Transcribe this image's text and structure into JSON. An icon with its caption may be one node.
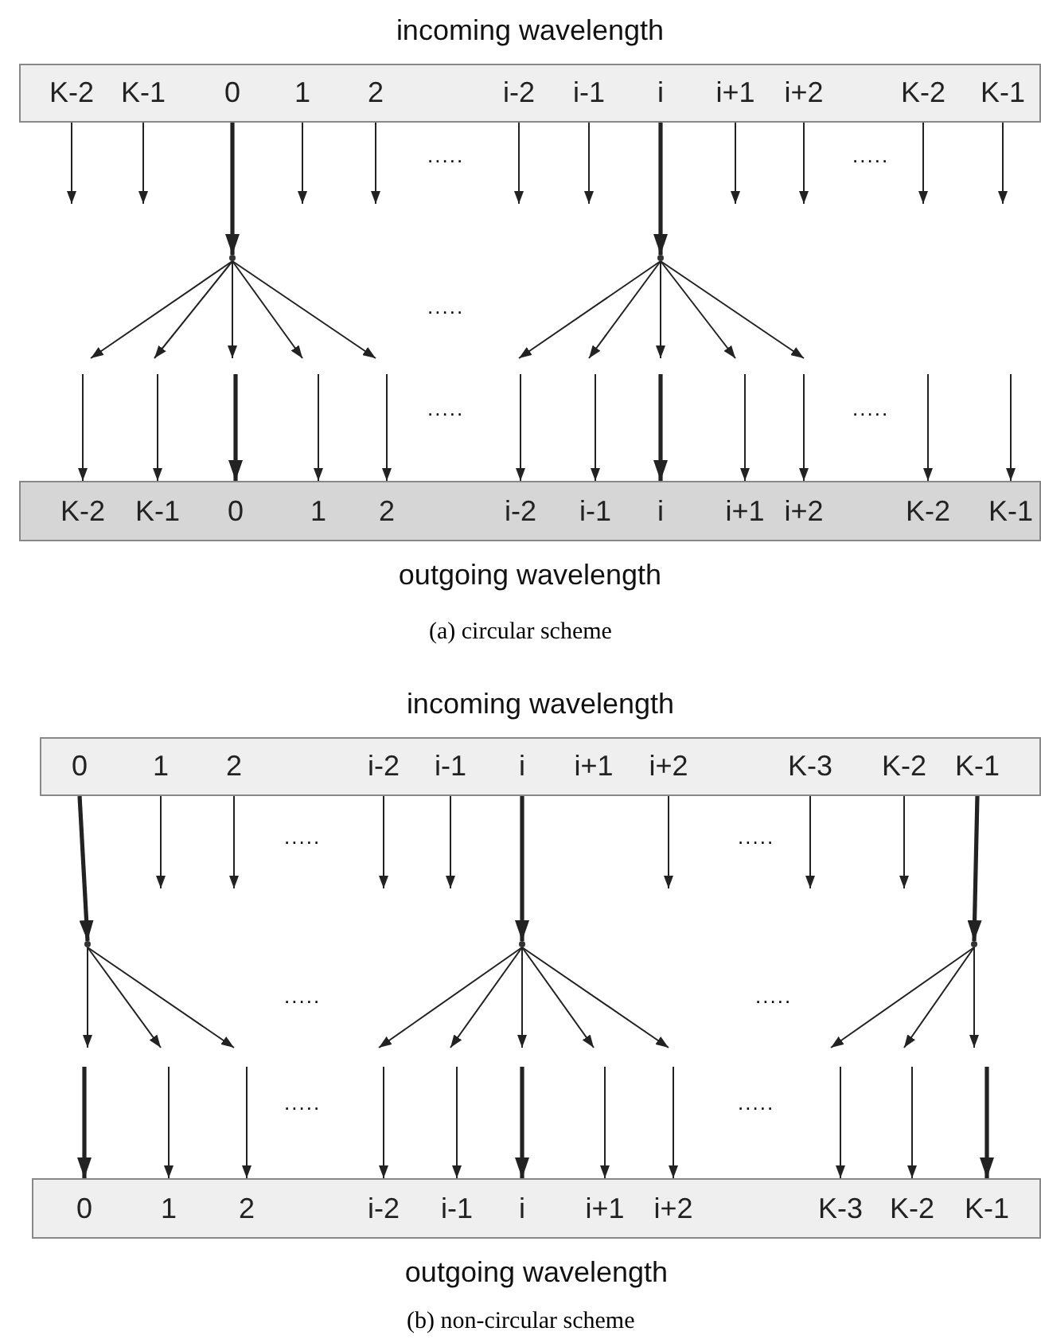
{
  "diagram": {
    "nodes": [
      {
        "text": [
          "incoming wavelength"
        ]
      },
      {
        "text": [
          "K-2"
        ],
        "in": 0
      },
      {
        "text": [
          "K-1"
        ],
        "in": 0
      },
      {
        "text": [
          "0"
        ],
        "in": 0
      },
      {
        "text": [
          "1"
        ],
        "in": 0
      },
      {
        "text": [
          "2"
        ],
        "in": 0
      },
      {
        "text": [
          "i-2"
        ],
        "in": 0
      },
      {
        "text": [
          "i-1"
        ],
        "in": 0
      },
      {
        "text": [
          "i"
        ],
        "in": 0
      },
      {
        "text": [
          "i+1"
        ],
        "in": 0
      },
      {
        "text": [
          "i+2"
        ],
        "in": 0
      },
      {
        "text": [
          "K-2"
        ],
        "in": 0
      },
      {
        "text": [
          "K-1"
        ],
        "in": 0
      },
      {
        "text": [],
        "shape": "point"
      },
      {
        "text": [],
        "shape": "point"
      },
      {
        "text": [
          "outgoing wavelength"
        ]
      },
      {
        "text": [
          "K-2"
        ],
        "in": 15
      },
      {
        "text": [
          "K-1"
        ],
        "in": 15
      },
      {
        "text": [
          "0"
        ],
        "in": 15
      },
      {
        "text": [
          "1"
        ],
        "in": 15
      },
      {
        "text": [
          "2"
        ],
        "in": 15
      },
      {
        "text": [
          "i-2"
        ],
        "in": 15
      },
      {
        "text": [
          "i-1"
        ],
        "in": 15
      },
      {
        "text": [
          "i"
        ],
        "in": 15
      },
      {
        "text": [
          "i+1"
        ],
        "in": 15
      },
      {
        "text": [
          "i+2"
        ],
        "in": 15
      },
      {
        "text": [
          "K-2"
        ],
        "in": 15
      },
      {
        "text": [
          "K-1"
        ],
        "in": 15
      },
      {
        "text": [
          "incoming wavelength"
        ]
      },
      {
        "text": [
          "0"
        ],
        "in": 28
      },
      {
        "text": [
          "1"
        ],
        "in": 28
      },
      {
        "text": [
          "2"
        ],
        "in": 28
      },
      {
        "text": [
          "i-2"
        ],
        "in": 28
      },
      {
        "text": [
          "i-1"
        ],
        "in": 28
      },
      {
        "text": [
          "i"
        ],
        "in": 28
      },
      {
        "text": [
          "i+1"
        ],
        "in": 28
      },
      {
        "text": [
          "i+2"
        ],
        "in": 28
      },
      {
        "text": [
          "K-3"
        ],
        "in": 28
      },
      {
        "text": [
          "K-2"
        ],
        "in": 28
      },
      {
        "text": [
          "K-1"
        ],
        "in": 28
      },
      {
        "text": [],
        "shape": "point"
      },
      {
        "text": [],
        "shape": "point"
      },
      {
        "text": [],
        "shape": "point"
      },
      {
        "text": [
          "outgoing wavelength"
        ]
      },
      {
        "text": [
          "0"
        ],
        "in": 43
      },
      {
        "text": [
          "1"
        ],
        "in": 43
      },
      {
        "text": [
          "2"
        ],
        "in": 43
      },
      {
        "text": [
          "i-2"
        ],
        "in": 43
      },
      {
        "text": [
          "i-1"
        ],
        "in": 43
      },
      {
        "text": [
          "i"
        ],
        "in": 43
      },
      {
        "text": [
          "i+1"
        ],
        "in": 43
      },
      {
        "text": [
          "i+2"
        ],
        "in": 43
      },
      {
        "text": [
          "K-3"
        ],
        "in": 43
      },
      {
        "text": [
          "K-2"
        ],
        "in": 43
      },
      {
        "text": [
          "K-1"
        ],
        "in": 43
      }
    ],
    "edges": [
      {
        "from": 1,
        "to": null,
        "arrow": "to"
      },
      {
        "from": 2,
        "to": null,
        "arrow": "to"
      },
      {
        "from": 3,
        "to": 13,
        "arrow": "to",
        "style": "thick"
      },
      {
        "from": 4,
        "to": null,
        "arrow": "to"
      },
      {
        "from": 5,
        "to": null,
        "arrow": "to"
      },
      {
        "from": 6,
        "to": null,
        "arrow": "to"
      },
      {
        "from": 7,
        "to": null,
        "arrow": "to"
      },
      {
        "from": 8,
        "to": 14,
        "arrow": "to",
        "style": "thick"
      },
      {
        "from": 9,
        "to": null,
        "arrow": "to"
      },
      {
        "from": 10,
        "to": null,
        "arrow": "to"
      },
      {
        "from": 11,
        "to": null,
        "arrow": "to"
      },
      {
        "from": 12,
        "to": null,
        "arrow": "to"
      },
      {
        "from": 13,
        "to": null,
        "arrow": "to"
      },
      {
        "from": 13,
        "to": null,
        "arrow": "to"
      },
      {
        "from": 13,
        "to": null,
        "arrow": "to"
      },
      {
        "from": 13,
        "to": null,
        "arrow": "to"
      },
      {
        "from": 13,
        "to": null,
        "arrow": "to"
      },
      {
        "from": 14,
        "to": null,
        "arrow": "to"
      },
      {
        "from": 14,
        "to": null,
        "arrow": "to"
      },
      {
        "from": 14,
        "to": null,
        "arrow": "to"
      },
      {
        "from": 14,
        "to": null,
        "arrow": "to"
      },
      {
        "from": 14,
        "to": null,
        "arrow": "to"
      },
      {
        "from": null,
        "to": 16,
        "arrow": "to"
      },
      {
        "from": null,
        "to": 17,
        "arrow": "to"
      },
      {
        "from": null,
        "to": 18,
        "arrow": "to",
        "style": "thick"
      },
      {
        "from": null,
        "to": 19,
        "arrow": "to"
      },
      {
        "from": null,
        "to": 20,
        "arrow": "to"
      },
      {
        "from": null,
        "to": 21,
        "arrow": "to"
      },
      {
        "from": null,
        "to": 22,
        "arrow": "to"
      },
      {
        "from": null,
        "to": 23,
        "arrow": "to",
        "style": "thick"
      },
      {
        "from": null,
        "to": 24,
        "arrow": "to"
      },
      {
        "from": null,
        "to": 25,
        "arrow": "to"
      },
      {
        "from": null,
        "to": 26,
        "arrow": "to"
      },
      {
        "from": null,
        "to": 27,
        "arrow": "to"
      },
      {
        "from": 29,
        "to": 40,
        "arrow": "to",
        "style": "thick"
      },
      {
        "from": 30,
        "to": null,
        "arrow": "to"
      },
      {
        "from": 31,
        "to": null,
        "arrow": "to"
      },
      {
        "from": 32,
        "to": null,
        "arrow": "to"
      },
      {
        "from": 33,
        "to": null,
        "arrow": "to"
      },
      {
        "from": 34,
        "to": 41,
        "arrow": "to",
        "style": "thick"
      },
      {
        "from": 36,
        "to": null,
        "arrow": "to"
      },
      {
        "from": 37,
        "to": null,
        "arrow": "to"
      },
      {
        "from": 38,
        "to": null,
        "arrow": "to"
      },
      {
        "from": 39,
        "to": 42,
        "arrow": "to",
        "style": "thick"
      },
      {
        "from": 40,
        "to": null,
        "arrow": "to"
      },
      {
        "from": 40,
        "to": null,
        "arrow": "to"
      },
      {
        "from": 40,
        "to": null,
        "arrow": "to"
      },
      {
        "from": 41,
        "to": null,
        "arrow": "to"
      },
      {
        "from": 41,
        "to": null,
        "arrow": "to"
      },
      {
        "from": 41,
        "to": null,
        "arrow": "to"
      },
      {
        "from": 41,
        "to": null,
        "arrow": "to"
      },
      {
        "from": 41,
        "to": null,
        "arrow": "to"
      },
      {
        "from": 42,
        "to": null,
        "arrow": "to"
      },
      {
        "from": 42,
        "to": null,
        "arrow": "to"
      },
      {
        "from": 42,
        "to": null,
        "arrow": "to"
      },
      {
        "from": null,
        "to": 44,
        "arrow": "to",
        "style": "thick"
      },
      {
        "from": null,
        "to": 45,
        "arrow": "to"
      },
      {
        "from": null,
        "to": 46,
        "arrow": "to"
      },
      {
        "from": null,
        "to": 47,
        "arrow": "to"
      },
      {
        "from": null,
        "to": 48,
        "arrow": "to"
      },
      {
        "from": null,
        "to": 49,
        "arrow": "to",
        "style": "thick"
      },
      {
        "from": null,
        "to": 50,
        "arrow": "to"
      },
      {
        "from": null,
        "to": 51,
        "arrow": "to"
      },
      {
        "from": null,
        "to": 52,
        "arrow": "to"
      },
      {
        "from": null,
        "to": 53,
        "arrow": "to"
      },
      {
        "from": null,
        "to": 54,
        "arrow": "to",
        "style": "thick"
      }
    ],
    "labels": [
      ".....",
      ".....",
      ".....",
      ".....",
      ".....",
      "(a) circular scheme",
      ".....",
      ".....",
      ".....",
      ".....",
      ".....",
      ".....",
      "(b) non-circular scheme"
    ]
  }
}
